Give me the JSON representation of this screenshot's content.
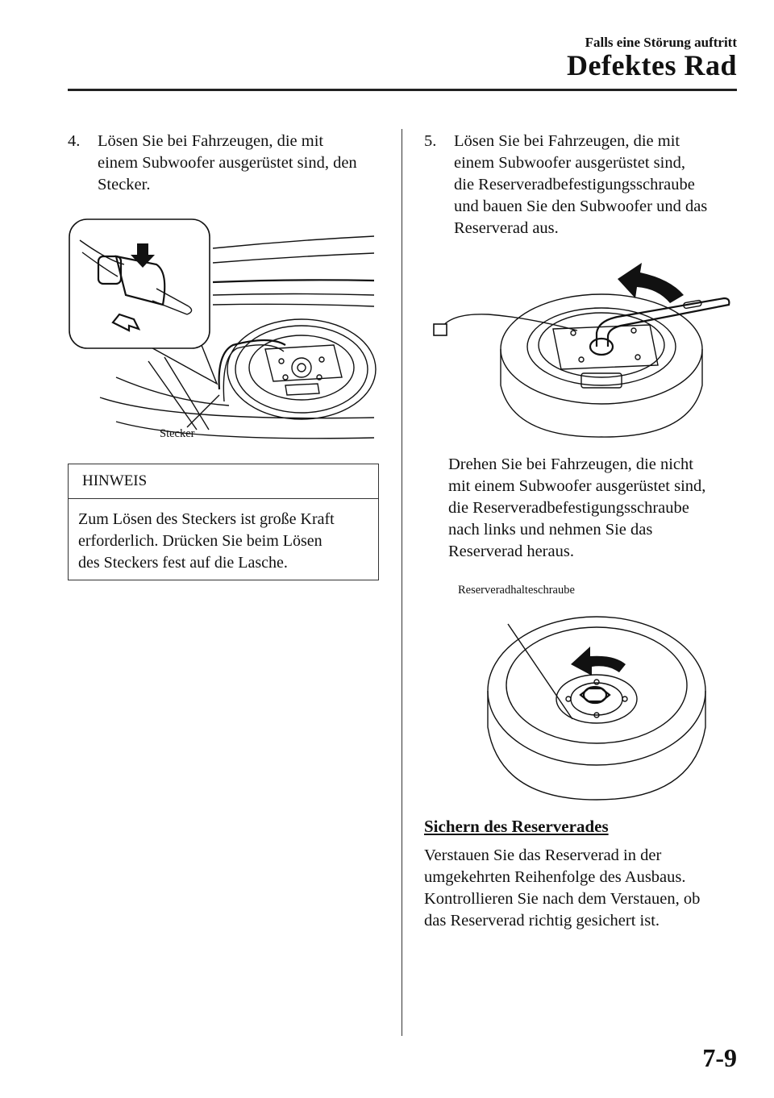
{
  "header": {
    "section": "Falls eine Störung auftritt",
    "title": "Defektes Rad"
  },
  "left": {
    "step4": {
      "number": "4.",
      "lines": [
        "Lösen Sie bei Fahrzeugen, die mit",
        "einem Subwoofer ausgerüstet sind, den",
        "Stecker."
      ]
    },
    "figure1": {
      "label": "Stecker"
    },
    "note": {
      "heading": "HINWEIS",
      "lines": [
        "Zum Lösen des Steckers ist große Kraft",
        "erforderlich. Drücken Sie beim Lösen",
        "des Steckers fest auf die Lasche."
      ]
    }
  },
  "right": {
    "step5": {
      "number": "5.",
      "lines": [
        "Lösen Sie bei Fahrzeugen, die mit",
        "einem Subwoofer ausgerüstet sind,",
        "die Reserveradbefestigungsschraube",
        "und bauen Sie den Subwoofer und das",
        "Reserverad aus."
      ]
    },
    "para2": {
      "lines": [
        "Drehen Sie bei Fahrzeugen, die nicht",
        "mit einem Subwoofer ausgerüstet sind,",
        "die Reserveradbefestigungsschraube",
        "nach links und nehmen Sie das",
        "Reserverad heraus."
      ]
    },
    "figure3": {
      "label": "Reserveradhalteschraube"
    },
    "subheading": "Sichern des Reserverades",
    "para3": {
      "lines": [
        "Verstauen Sie das Reserverad in der",
        "umgekehrten Reihenfolge des Ausbaus.",
        "Kontrollieren Sie nach dem Verstauen, ob",
        "das Reserverad richtig gesichert ist."
      ]
    }
  },
  "footer": {
    "page": "7-9"
  }
}
